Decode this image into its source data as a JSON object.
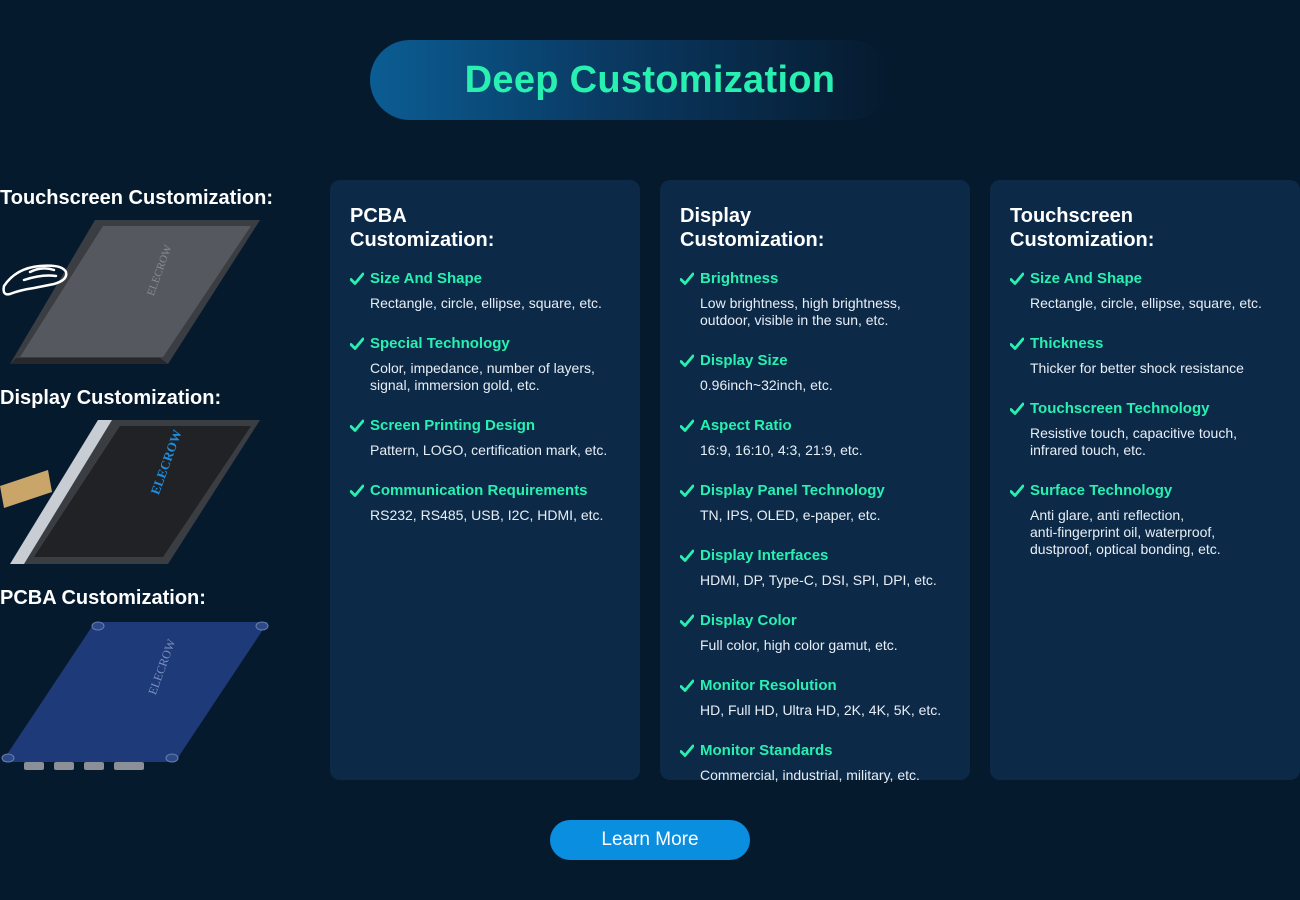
{
  "header": {
    "title": "Deep Customization"
  },
  "sidebar": {
    "labels": [
      "Touchscreen Customization:",
      "Display Customization:",
      "PCBA Customization:"
    ],
    "logo_text": "ELECROW"
  },
  "cards": [
    {
      "title": "PCBA\nCustomization:",
      "items": [
        {
          "head": "Size And Shape",
          "desc": "Rectangle, circle, ellipse, square, etc."
        },
        {
          "head": "Special Technology",
          "desc": "Color, impedance, number of layers,\nsignal, immersion gold, etc."
        },
        {
          "head": "Screen Printing Design",
          "desc": "Pattern, LOGO, certification mark, etc."
        },
        {
          "head": "Communication Requirements",
          "desc": "RS232, RS485, USB, I2C, HDMI, etc."
        }
      ]
    },
    {
      "title": "Display\nCustomization:",
      "items": [
        {
          "head": "Brightness",
          "desc": "Low brightness, high brightness,\noutdoor, visible in the sun, etc."
        },
        {
          "head": "Display Size",
          "desc": "0.96inch~32inch, etc."
        },
        {
          "head": "Aspect Ratio",
          "desc": "16:9, 16:10, 4:3, 21:9, etc."
        },
        {
          "head": "Display Panel Technology",
          "desc": "TN, IPS, OLED, e-paper, etc."
        },
        {
          "head": "Display Interfaces",
          "desc": "HDMI, DP, Type-C, DSI, SPI, DPI, etc."
        },
        {
          "head": "Display Color",
          "desc": "Full color, high color gamut, etc."
        },
        {
          "head": "Monitor Resolution",
          "desc": "HD, Full HD, Ultra HD, 2K, 4K, 5K, etc."
        },
        {
          "head": "Monitor Standards",
          "desc": "Commercial, industrial, military, etc."
        }
      ]
    },
    {
      "title": "Touchscreen\nCustomization:",
      "items": [
        {
          "head": "Size And Shape",
          "desc": "Rectangle, circle, ellipse, square, etc."
        },
        {
          "head": "Thickness",
          "desc": "Thicker for better shock resistance"
        },
        {
          "head": "Touchscreen Technology",
          "desc": "Resistive touch, capacitive touch,\ninfrared touch, etc."
        },
        {
          "head": "Surface Technology",
          "desc": "Anti glare, anti reflection,\nanti-fingerprint oil, waterproof,\ndustproof, optical bonding, etc."
        }
      ]
    }
  ],
  "cta": {
    "label": "Learn More"
  },
  "colors": {
    "accent": "#28f0b0",
    "background": "#061a2e",
    "card": "#0c2a48",
    "button": "#0a8ee0"
  }
}
